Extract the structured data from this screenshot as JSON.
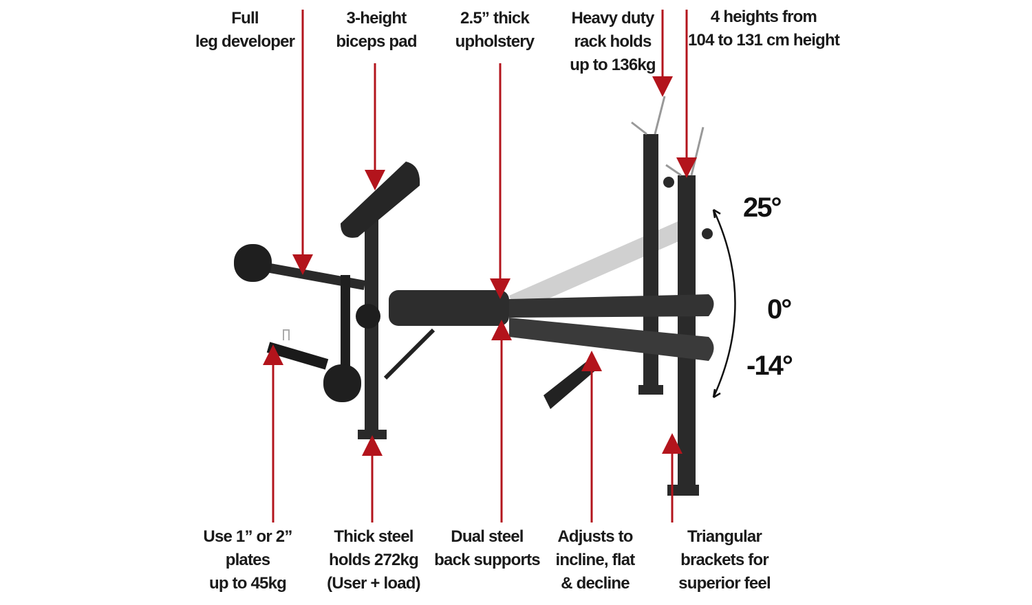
{
  "diagram": {
    "subject": "Adjustable weight bench with leg developer and rack",
    "accent_color": "#b3141c",
    "top_callouts": [
      {
        "id": "leg-developer",
        "lines": [
          "Full",
          "leg developer"
        ]
      },
      {
        "id": "biceps-pad",
        "lines": [
          "3-height",
          "biceps pad"
        ]
      },
      {
        "id": "upholstery",
        "lines": [
          "2.5” thick",
          "upholstery"
        ]
      },
      {
        "id": "rack",
        "lines": [
          "Heavy duty",
          "rack holds",
          "up to 136kg"
        ]
      },
      {
        "id": "rack-heights",
        "lines": [
          "4 heights  from",
          "104  to 131 cm height"
        ]
      }
    ],
    "bottom_callouts": [
      {
        "id": "plates",
        "lines": [
          "Use 1” or  2”",
          "plates",
          "up to 45kg"
        ]
      },
      {
        "id": "thick-steel",
        "lines": [
          "Thick steel",
          "holds 272kg",
          "(User + load)"
        ]
      },
      {
        "id": "back-supports",
        "lines": [
          "Dual steel",
          "back supports"
        ]
      },
      {
        "id": "adjusts",
        "lines": [
          "Adjusts to",
          "incline, flat",
          "& decline"
        ]
      },
      {
        "id": "brackets",
        "lines": [
          "Triangular",
          "brackets for",
          "superior feel"
        ]
      }
    ],
    "angles": {
      "incline": "25°",
      "flat": "0°",
      "decline": "-14°"
    }
  }
}
